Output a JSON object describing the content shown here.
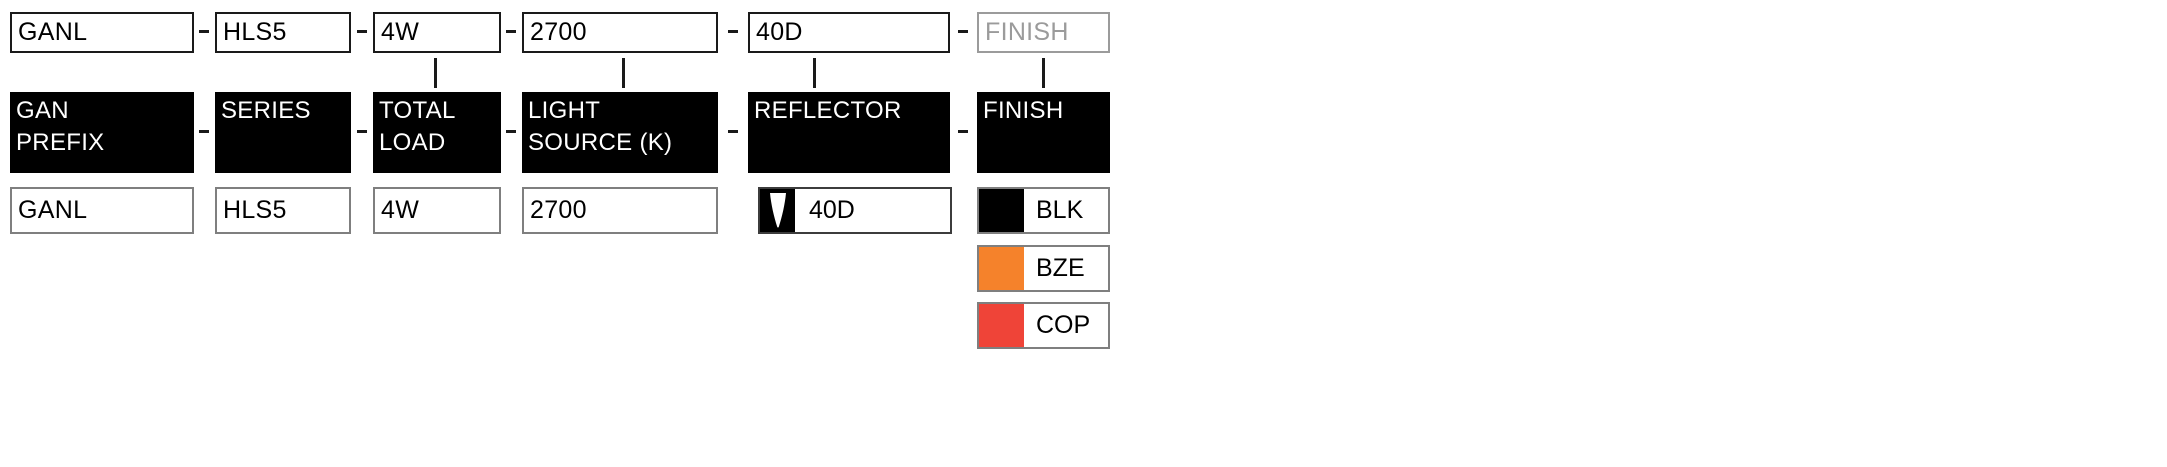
{
  "configurator": {
    "description": "part-number ordering code builder",
    "segment_separator": "-",
    "columns": [
      {
        "id": "gan-prefix",
        "label": "GAN\nPREFIX",
        "code": "GANL",
        "value": "GANL"
      },
      {
        "id": "series",
        "label": "SERIES",
        "code": "HLS5",
        "value": "HLS5"
      },
      {
        "id": "total-load",
        "label": "TOTAL\nLOAD",
        "code": "4W",
        "value": "4W"
      },
      {
        "id": "light-source",
        "label": "LIGHT\nSOURCE (K)",
        "code": "2700",
        "value": "2700"
      },
      {
        "id": "reflector",
        "label": "REFLECTOR",
        "code": "40D",
        "value": "40D",
        "control": "dropdown"
      },
      {
        "id": "finish",
        "label": "FINISH",
        "code_placeholder": "FINISH",
        "options": [
          {
            "code": "BLK",
            "color": "#000000"
          },
          {
            "code": "BZE",
            "color": "#F5822B"
          },
          {
            "code": "COP",
            "color": "#EF4438"
          }
        ]
      }
    ],
    "icons": {
      "dropdown_arrow": "down-triangle"
    },
    "colors": {
      "code_box_border": "#1a1a1a",
      "placeholder_gray": "#9b9b9b",
      "label_box_background": "#000000",
      "value_box_border": "#7f7f7f",
      "dropdown_border": "#3c3c3c"
    }
  }
}
